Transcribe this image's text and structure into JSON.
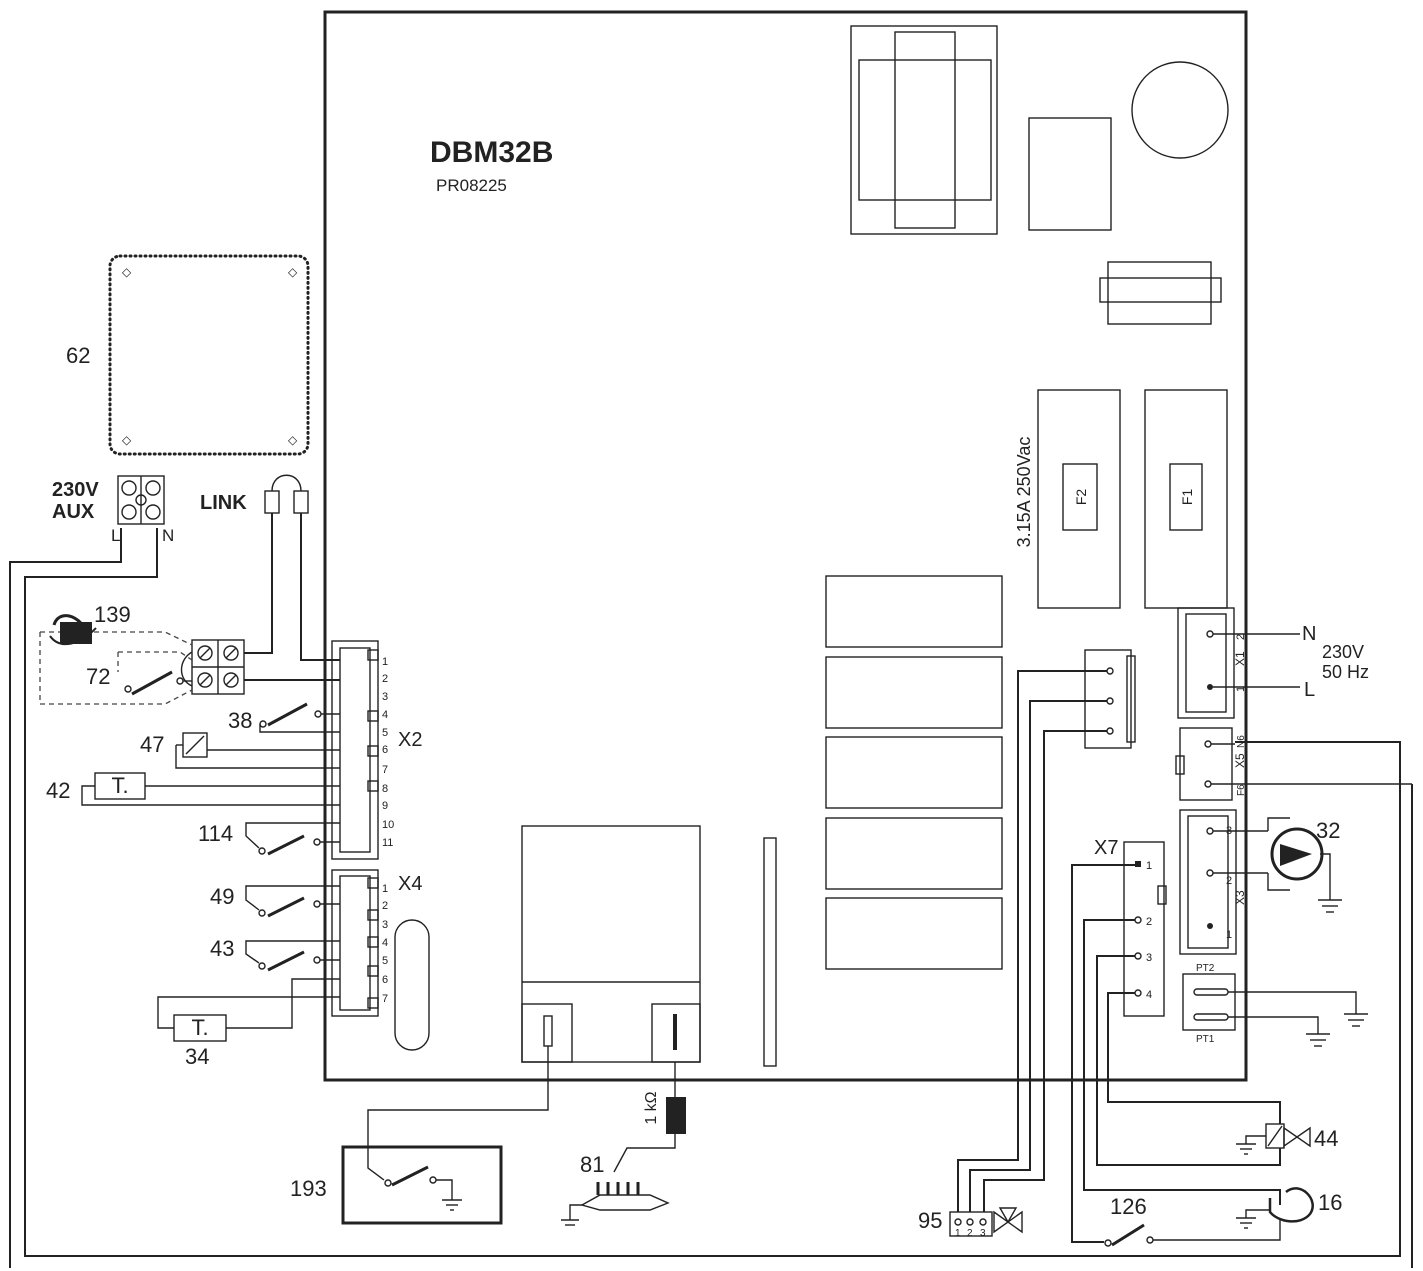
{
  "board": {
    "title": "DBM32B",
    "code": "PR08225"
  },
  "fuse": {
    "rating": "3.15A  250Vac",
    "f1": "F1",
    "f2": "F2"
  },
  "mains": {
    "n": "N",
    "l": "L",
    "voltage": "230V",
    "freq": "50 Hz"
  },
  "aux": {
    "voltage": "230V",
    "label": "AUX",
    "l": "L",
    "n": "N"
  },
  "link": "LINK",
  "connectors": {
    "x1": "X1",
    "x2": "X2",
    "x3": "X3",
    "x4": "X4",
    "x5": "X5",
    "x7": "X7",
    "pt1": "PT1",
    "pt2": "PT2"
  },
  "pins": {
    "x2": [
      "1",
      "2",
      "3",
      "4",
      "5",
      "6",
      "7",
      "8",
      "9",
      "10",
      "11"
    ],
    "x4": [
      "1",
      "2",
      "3",
      "4",
      "5",
      "6",
      "7"
    ],
    "x7": [
      "1",
      "2",
      "3",
      "4"
    ],
    "x3": [
      "3",
      "2",
      "1"
    ],
    "x1": [
      "2",
      "1"
    ],
    "x5": [
      "N6",
      "F6"
    ],
    "valve95": [
      "1",
      "2",
      "3"
    ]
  },
  "components": {
    "c62": "62",
    "c139": "139",
    "c72": "72",
    "c38": "38",
    "c47": "47",
    "c42": "42",
    "c114": "114",
    "c49": "49",
    "c43": "43",
    "c34": "34",
    "c193": "193",
    "c81": "81",
    "c95": "95",
    "c126": "126",
    "c44": "44",
    "c16": "16",
    "c32": "32",
    "t_label": "T.",
    "resistor": "1 kΩ"
  }
}
